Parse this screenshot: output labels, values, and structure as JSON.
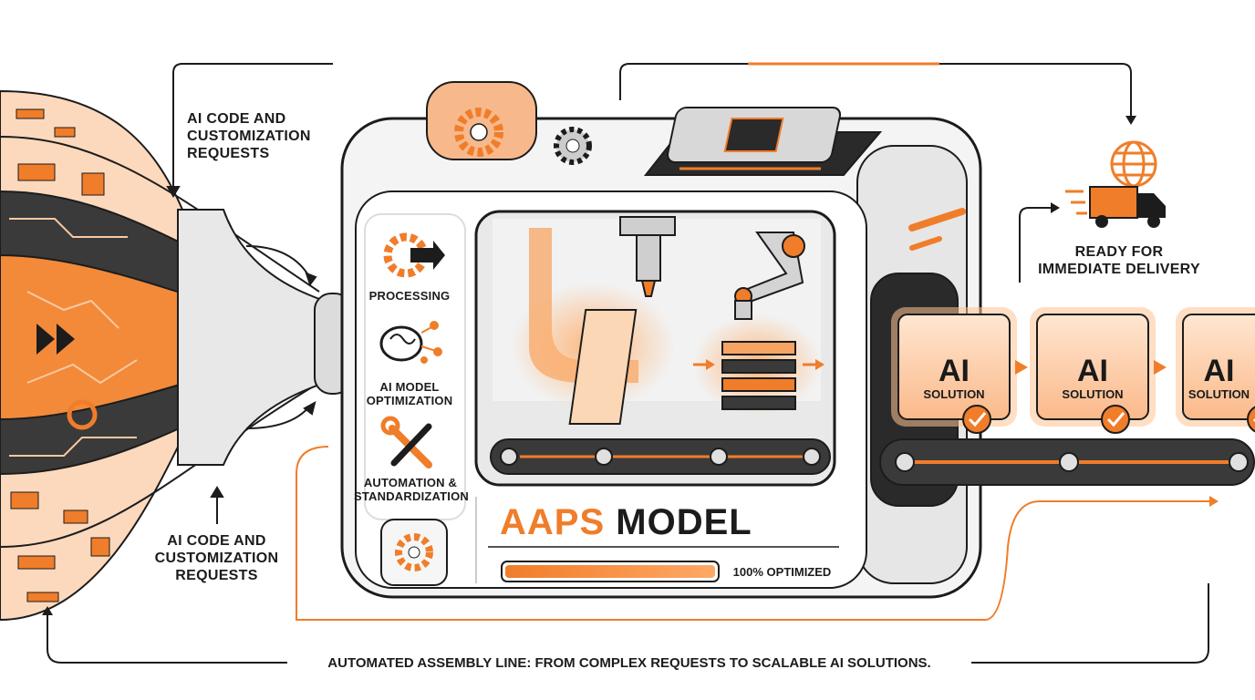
{
  "labels": {
    "input_top": "AI CODE AND\nCUSTOMIZATION\nREQUESTS",
    "input_bottom": "AI CODE AND\nCUSTOMIZATION\nREQUESTS",
    "delivery": "READY FOR\nIMMEDIATE DELIVERY",
    "footer": "AUTOMATED ASSEMBLY LINE: FROM COMPLEX REQUESTS TO SCALABLE AI SOLUTIONS."
  },
  "machine": {
    "title_accent": "AAPS",
    "title_main": " MODEL",
    "progress_text": "100% OPTIMIZED",
    "progress_value": 1.0,
    "steps": [
      {
        "icon": "gear-arrow-icon",
        "label": "PROCESSING"
      },
      {
        "icon": "brain-network-icon",
        "label": "AI MODEL\nOPTIMIZATION"
      },
      {
        "icon": "wrench-screwdriver-icon",
        "label": "AUTOMATION &\nSTANDARDIZATION"
      }
    ]
  },
  "outputs": [
    {
      "title": "AI",
      "subtitle": "SOLUTION"
    },
    {
      "title": "AI",
      "subtitle": "SOLUTION"
    },
    {
      "title": "AI",
      "subtitle": "SOLUTION"
    }
  ],
  "colors": {
    "accent": "#f07d2a",
    "accent_light": "#f9c9a2",
    "dark": "#2a2a2a",
    "outline": "#1c1c1c"
  }
}
